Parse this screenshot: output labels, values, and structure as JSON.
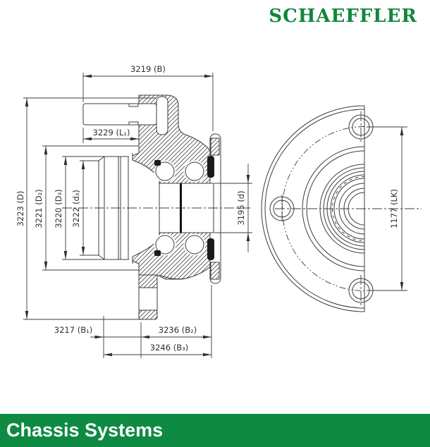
{
  "header": {
    "logo_text": "SCHAEFFLER"
  },
  "footer": {
    "banner_text": "Chassis Systems"
  },
  "colors": {
    "logo_green": "#12863C",
    "banner_green": "#0E8A43",
    "line_color": "#3C3C3C"
  },
  "drawing": {
    "dims": {
      "B": "3219 (B)",
      "L1": "3229 (L₁)",
      "D": "3223 (D)",
      "D2": "3221 (D₂)",
      "D3": "3220 (D₃)",
      "d3": "3222 (d₃)",
      "d": "3195 (d)",
      "LK": "1177 (LK)",
      "B1": "3217 (B₁)",
      "B2": "3236 (B₂)",
      "B3": "3246 (B₃)"
    }
  }
}
